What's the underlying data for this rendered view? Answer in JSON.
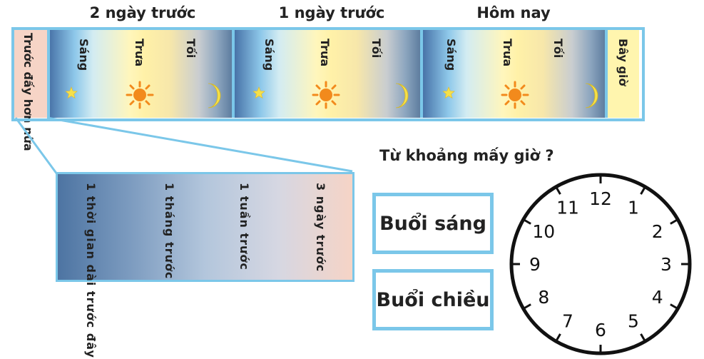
{
  "timeline": {
    "columns": [
      {
        "label": "2 ngày trước",
        "times": [
          "Sáng",
          "Trưa",
          "Tối"
        ]
      },
      {
        "label": "1 ngày trước",
        "times": [
          "Sáng",
          "Trưa",
          "Tối"
        ]
      },
      {
        "label": "Hôm nay",
        "times": [
          "Sáng",
          "Trưa",
          "Tối"
        ]
      }
    ],
    "earlier_label": "Trước đấy hơn nữa",
    "now_label": "Bây giờ"
  },
  "zoom": {
    "labels": [
      "1 thời gian dài trước đây",
      "1 tháng trước",
      "1 tuần trước",
      "3 ngày trước"
    ]
  },
  "question": {
    "title": "Từ khoảng mấy giờ ?",
    "options": [
      "Buổi sáng",
      "Buổi chiều"
    ]
  },
  "clock": {
    "numbers": [
      "12",
      "1",
      "2",
      "3",
      "4",
      "5",
      "6",
      "7",
      "8",
      "9",
      "10",
      "11"
    ]
  },
  "colors": {
    "frame": "#7bc7e9",
    "earlier_fill": "#f6d4c6",
    "now_fill": "#fff5ae",
    "sun": "#f28a1c",
    "moon": "#f5e04a"
  },
  "icons": [
    "star-icon",
    "sun-icon",
    "moon-icon"
  ]
}
